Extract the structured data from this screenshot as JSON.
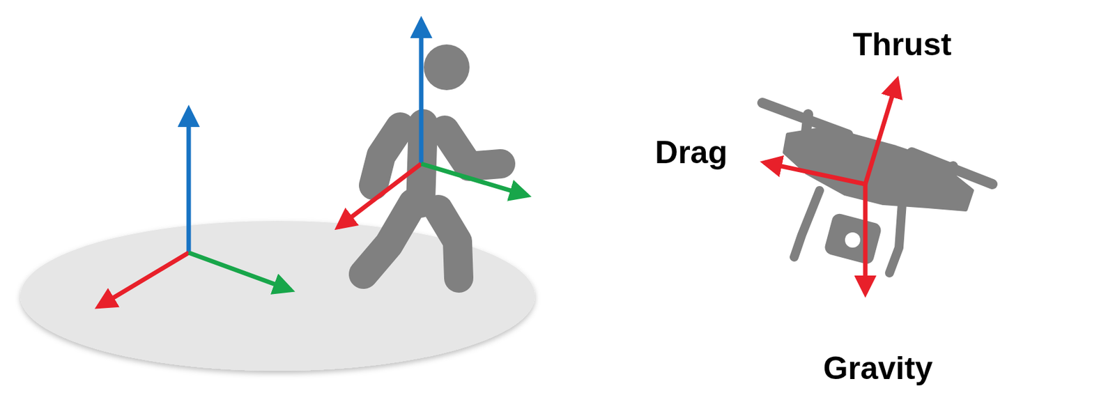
{
  "diagram": {
    "labels": [
      "Thrust",
      "Drag",
      "Gravity"
    ]
  }
}
